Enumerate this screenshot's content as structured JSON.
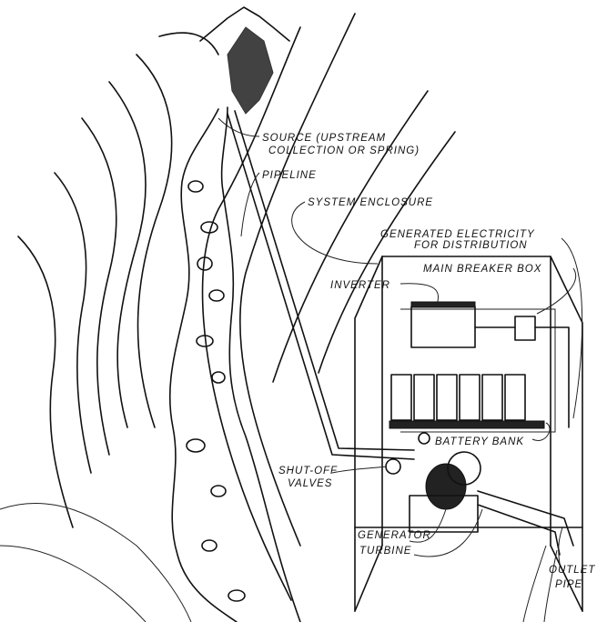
{
  "labels": {
    "source_line1": "SOURCE (UPSTREAM",
    "source_line2": "COLLECTION OR SPRING)",
    "pipeline": "PIPELINE",
    "system_enclosure": "SYSTEM ENCLOSURE",
    "generated_line1": "GENERATED ELECTRICITY",
    "generated_line2": "FOR DISTRIBUTION",
    "main_breaker_box": "MAIN BREAKER BOX",
    "inverter": "INVERTER",
    "battery_bank": "BATTERY BANK",
    "shutoff_line1": "SHUT-OFF",
    "shutoff_line2": "VALVES",
    "generator": "GENERATOR",
    "turbine": "TURBINE",
    "outlet_line1": "OUTLET",
    "outlet_line2": "PIPE"
  }
}
